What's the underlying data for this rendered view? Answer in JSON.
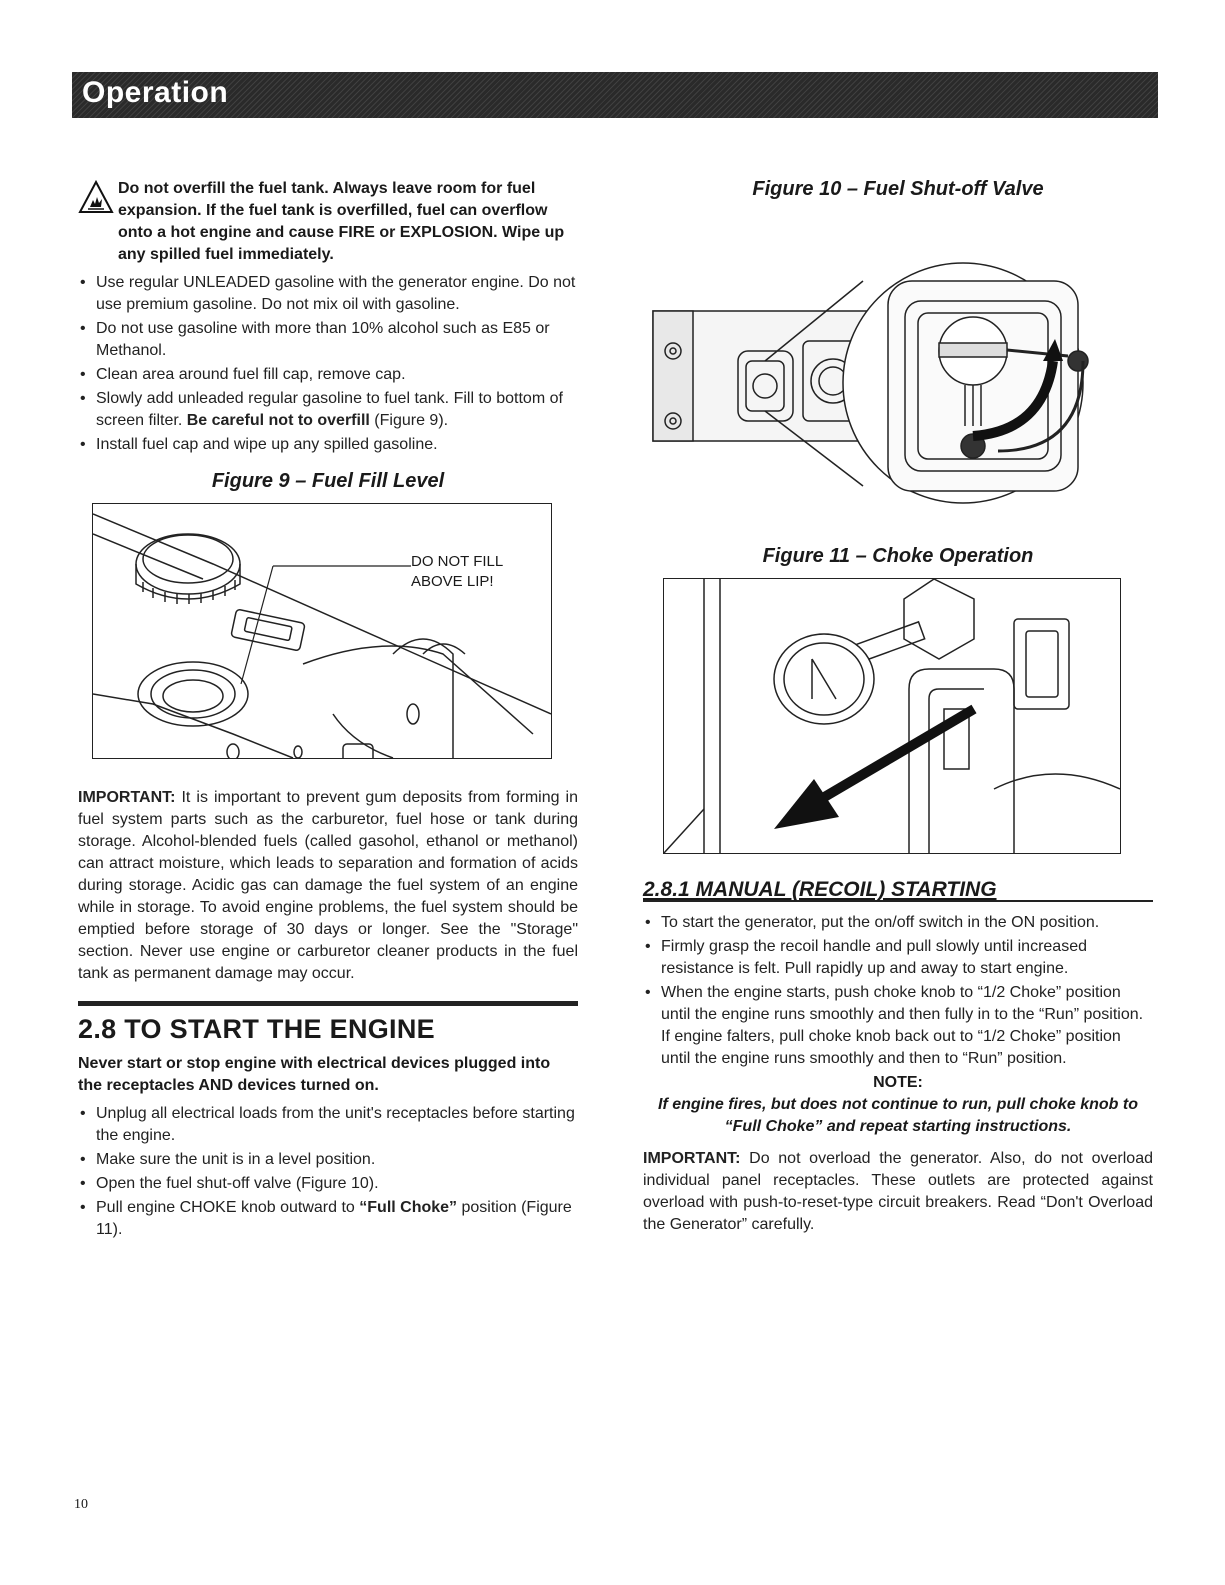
{
  "banner": {
    "title": "Operation"
  },
  "warning": {
    "text": "Do not overfill the fuel tank. Always leave room for fuel expansion. If the fuel tank is overfilled, fuel can overflow onto a hot engine and cause FIRE or EXPLOSION. Wipe up any spilled fuel immediately."
  },
  "fuel_bullets": [
    "Use regular UNLEADED gasoline with the generator engine. Do not use premium gasoline. Do not mix oil with gasoline.",
    "Do not use gasoline with more than 10% alcohol such as E85 or Methanol.",
    "Clean area around fuel fill cap, remove cap.",
    {
      "pre": "Slowly add unleaded regular gasoline to fuel tank. Fill to bottom of screen filter. ",
      "bold": "Be careful not to overfill",
      "post": " (Figure 9)."
    },
    "Install fuel cap and wipe up any spilled gasoline."
  ],
  "fig9": {
    "caption": "Figure 9 – Fuel Fill Level",
    "label_line1": "DO NOT FILL",
    "label_line2": "ABOVE LIP!"
  },
  "important1": {
    "lead": "IMPORTANT:",
    "text": " It is important to prevent gum deposits from forming in fuel system parts such as the carburetor, fuel hose or tank during storage. Alcohol-blended fuels (called gasohol, ethanol or methanol) can attract moisture, which leads to separation and formation of acids during storage. Acidic gas can damage the fuel system of an engine while in storage. To avoid engine problems, the fuel system should be emptied before storage of 30 days or longer. See the \"Storage\" section. Never use engine or carburetor cleaner products in the fuel tank as permanent damage may occur."
  },
  "section28": {
    "title": "2.8 TO START THE ENGINE",
    "warning": "Never start or stop engine with electrical devices plugged into the receptacles AND devices turned on.",
    "bullets": [
      "Unplug all electrical loads from the unit's receptacles before starting the engine.",
      "Make sure the unit is in a level position.",
      "Open the fuel shut-off valve (Figure 10).",
      {
        "pre": "Pull engine CHOKE knob outward to ",
        "bold": "“Full Choke”",
        "post": " position (Figure 11)."
      }
    ]
  },
  "fig10": {
    "caption": "Figure 10 – Fuel Shut-off Valve"
  },
  "fig11": {
    "caption": "Figure 11 – Choke Operation"
  },
  "section281": {
    "title": "2.8.1 MANUAL (RECOIL) STARTING",
    "bullets": [
      "To start the generator, put the on/off switch in the ON position.",
      "Firmly grasp the recoil handle and pull slowly until increased resistance is felt. Pull rapidly up and away to start engine.",
      "When the engine starts, push choke knob to “1/2 Choke” position until the engine runs smoothly and then fully in to the “Run” position. If engine falters, pull choke knob back out to “1/2 Choke” position until the engine runs smoothly and then to “Run” position."
    ],
    "note_head": "NOTE:",
    "note_text": "If engine fires, but does not continue to run, pull choke knob to “Full Choke” and repeat starting instructions.",
    "important_lead": "IMPORTANT:",
    "important_text": " Do not overload the generator. Also, do not overload individual panel receptacles. These outlets are protected against overload with push-to-reset-type circuit breakers. Read “Don't Overload the Generator” carefully."
  },
  "page_number": "10"
}
